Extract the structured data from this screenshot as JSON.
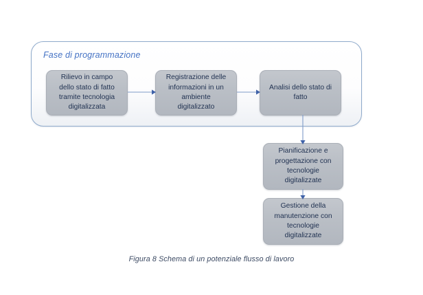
{
  "figure": {
    "phase": {
      "label": "Fase di programmazione"
    },
    "nodes": [
      {
        "id": "rilievo-in-campo",
        "text": "Rilievo in campo\ndello stato di fatto\ntramite tecnologia\ndigitalizzata"
      },
      {
        "id": "registrazione-informazioni",
        "text": "Registrazione delle\ninformazioni in un\nambiente\ndigitalizzato"
      },
      {
        "id": "analisi-stato-di-fatto",
        "text": "Analisi dello stato di\nfatto"
      },
      {
        "id": "pianificazione-progettazione",
        "text": "Pianificazione e\nprogettazione con\ntecnologie\ndigitalizzate"
      },
      {
        "id": "gestione-manutenzione",
        "text": "Gestione della\nmanutenzione con\ntecnologie\ndigitalizzate"
      }
    ],
    "connectors": [
      {
        "id": "rilievo-to-registrazione",
        "direction": "right"
      },
      {
        "id": "registrazione-to-analisi",
        "direction": "right"
      },
      {
        "id": "analisi-to-pianificazione",
        "direction": "down"
      },
      {
        "id": "pianificazione-to-gestione",
        "direction": "down"
      }
    ],
    "caption": "Figura 8 Schema di un potenziale flusso di lavoro",
    "colors": {
      "node_fill": "#babfc6",
      "node_border": "#a9aeb6",
      "node_text": "#1f3050",
      "phase_border": "#8faacb",
      "phase_label": "#4472c4",
      "connector": "#7f9bc8",
      "caption_text": "#3c4a63",
      "background": "#ffffff"
    }
  }
}
